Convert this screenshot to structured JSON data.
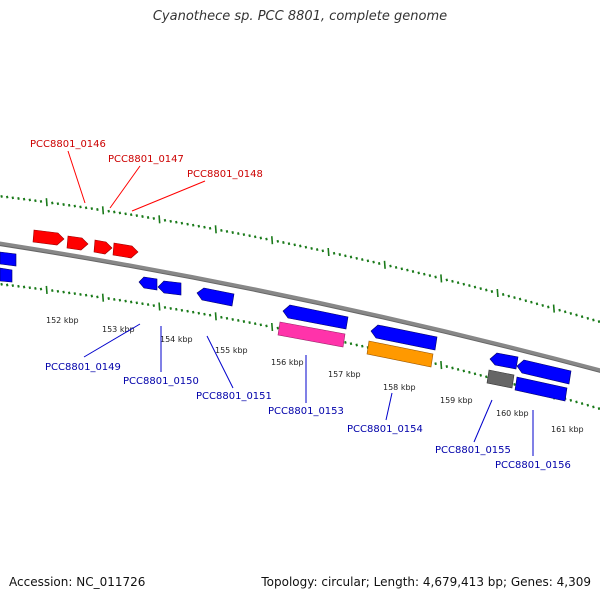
{
  "title": "Cyanothece sp. PCC 8801, complete genome",
  "footer": {
    "accession": "Accession: NC_011726",
    "topology": "Topology: circular; Length: 4,679,413 bp; Genes: 4,309"
  },
  "colors": {
    "forward": "#ff0000",
    "reverse": "#0000ff",
    "gene_magenta": "#ff33aa",
    "gene_orange": "#ff9900",
    "gene_gray": "#666666",
    "ticks": "#1a7a1a",
    "backbone": "#888888"
  },
  "kbp_labels": [
    "152 kbp",
    "153 kbp",
    "154 kbp",
    "155 kbp",
    "156 kbp",
    "157 kbp",
    "158 kbp",
    "159 kbp",
    "160 kbp",
    "161 kbp"
  ],
  "gene_labels": {
    "g146": "PCC8801_0146",
    "g147": "PCC8801_0147",
    "g148": "PCC8801_0148",
    "g149": "PCC8801_0149",
    "g150": "PCC8801_0150",
    "g151": "PCC8801_0151",
    "g153": "PCC8801_0153",
    "g154": "PCC8801_0154",
    "g155": "PCC8801_0155",
    "g156": "PCC8801_0156"
  }
}
